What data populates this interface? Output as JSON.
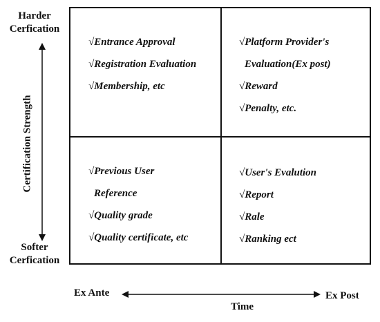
{
  "quadrants": {
    "top_left": [
      "√Entrance Approval",
      "√Registration Evaluation",
      "√Membership, etc"
    ],
    "top_right": [
      "√Platform Provider's",
      "Evaluation(Ex post)",
      "√Reward",
      "√Penalty, etc."
    ],
    "bottom_left": [
      "√Previous User",
      "Reference",
      "√Quality grade",
      "√Quality certificate, etc"
    ],
    "bottom_right": [
      "√User's Evalution",
      "√Report",
      "√Rale",
      "√Ranking ect"
    ]
  },
  "left_axis": {
    "top": [
      "Harder",
      "Cerfication"
    ],
    "title": "Certification Strength",
    "bottom": [
      "Softer",
      "Cerfication"
    ]
  },
  "bottom_axis": {
    "left": "Ex Ante",
    "title": "Time",
    "right": "Ex Post"
  }
}
